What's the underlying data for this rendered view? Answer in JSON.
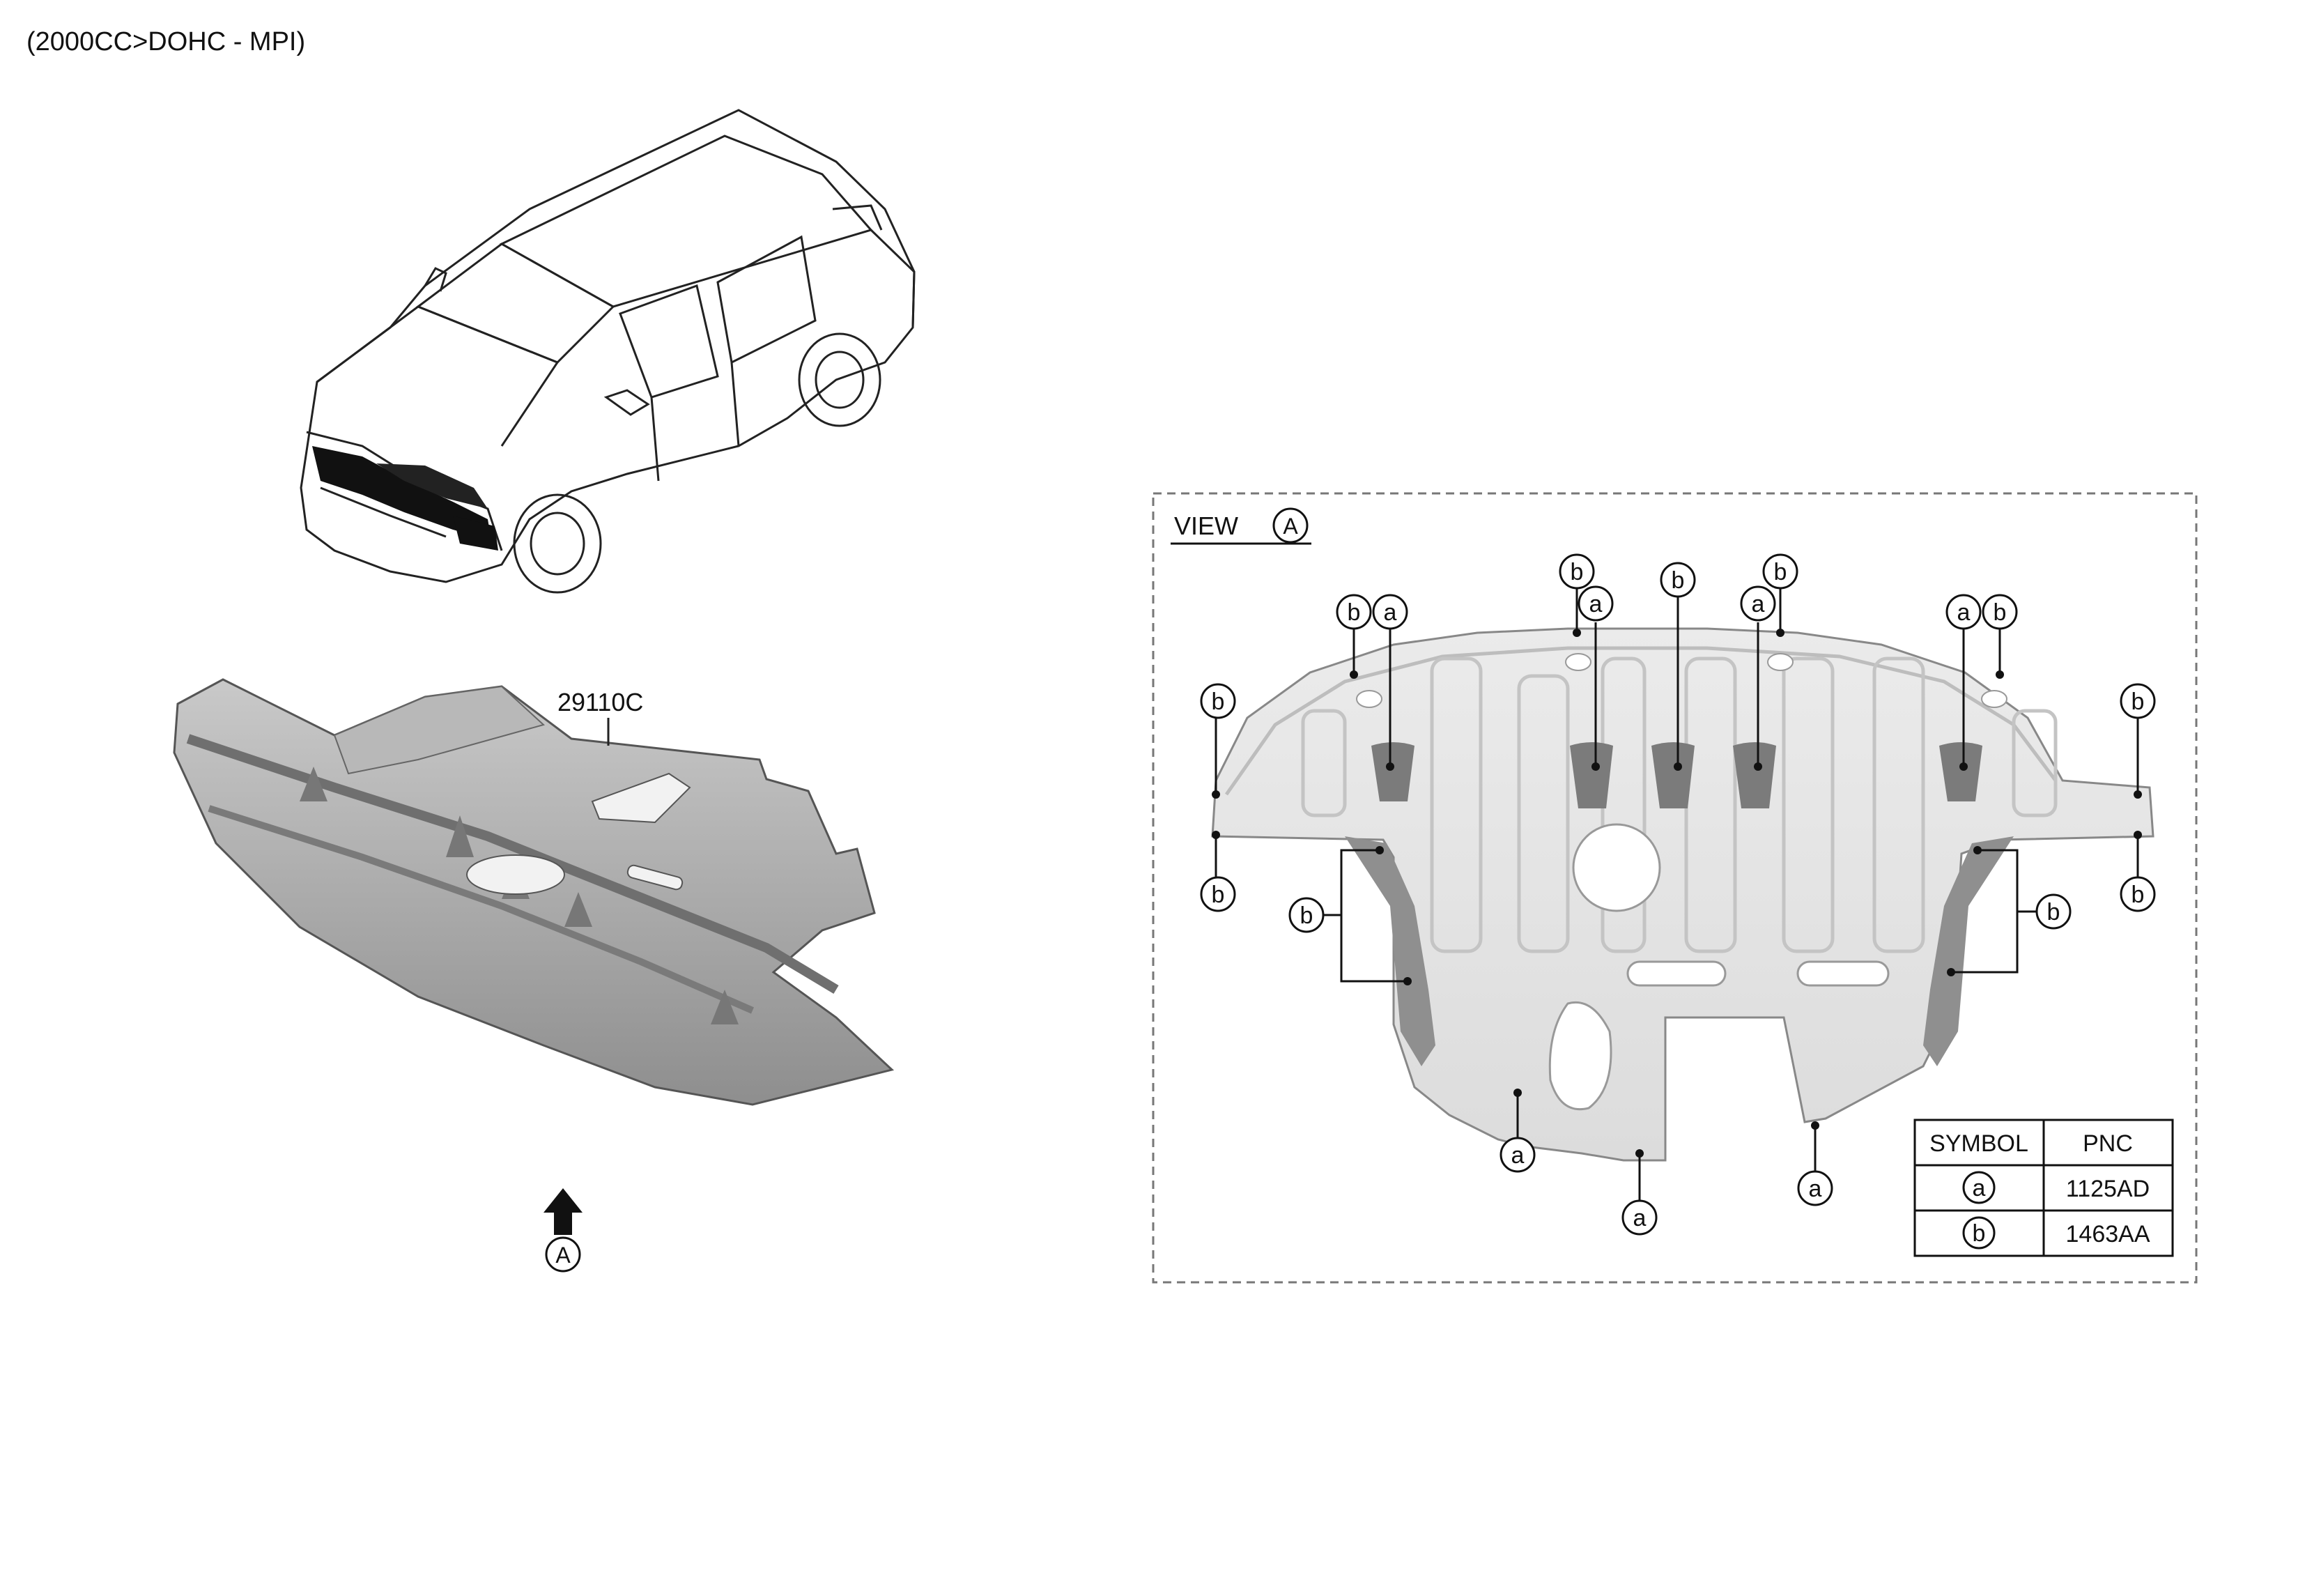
{
  "header": {
    "title": "(2000CC>DOHC - MPI)"
  },
  "part_label": "29110C",
  "view_marker": "A",
  "view": {
    "label": "VIEW",
    "circle": "A"
  },
  "symbols": {
    "a": "a",
    "b": "b"
  },
  "legend": {
    "col_symbol": "SYMBOL",
    "col_pnc": "PNC",
    "rows": [
      {
        "symbol": "a",
        "pnc": "1125AD"
      },
      {
        "symbol": "b",
        "pnc": "1463AA"
      }
    ]
  }
}
